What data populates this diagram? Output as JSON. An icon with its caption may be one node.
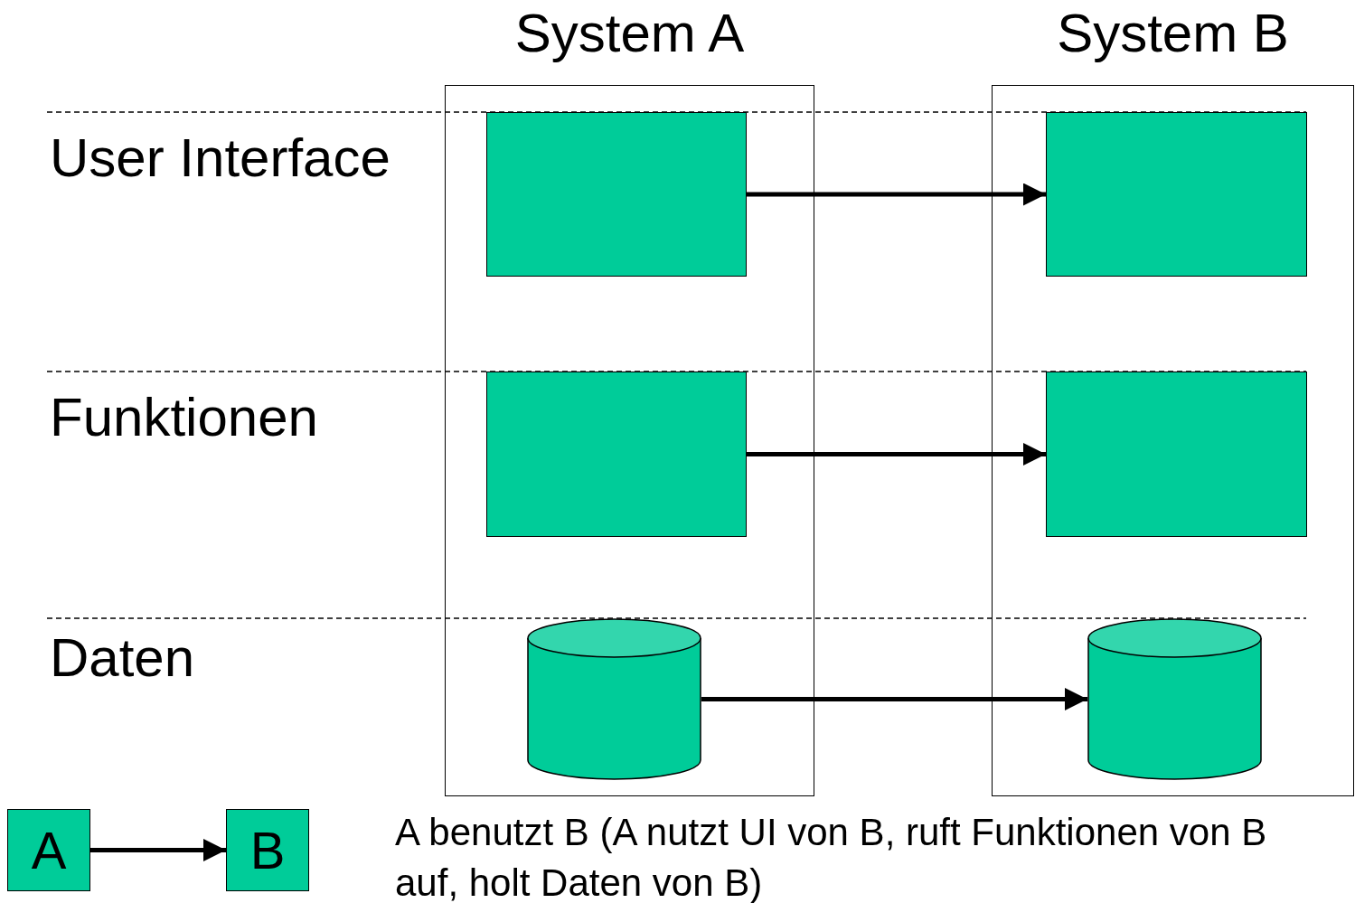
{
  "diagram": {
    "nodes": [
      {
        "text": [
          "System A"
        ]
      },
      {
        "text": [],
        "shape": "box",
        "in": 0
      },
      {
        "text": [],
        "shape": "box",
        "in": 0
      },
      {
        "text": [],
        "shape": "cylinder",
        "in": 0
      },
      {
        "text": [
          "System B"
        ]
      },
      {
        "text": [],
        "shape": "box",
        "in": 4
      },
      {
        "text": [],
        "shape": "box",
        "in": 4
      },
      {
        "text": [],
        "shape": "cylinder",
        "in": 4
      },
      {
        "text": [
          "A"
        ]
      },
      {
        "text": [
          "B"
        ]
      }
    ],
    "edges": [
      {
        "from": 1,
        "to": 5,
        "arrow": "to"
      },
      {
        "from": 2,
        "to": 6,
        "arrow": "to"
      },
      {
        "from": 3,
        "to": 7,
        "arrow": "to"
      },
      {
        "from": 8,
        "to": 9,
        "arrow": "to"
      }
    ],
    "labels": [
      "User Interface",
      "Funktionen",
      "Daten",
      "A benutzt B (A nutzt UI von B, ruft Funktionen von B auf, holt Daten von B)"
    ]
  }
}
